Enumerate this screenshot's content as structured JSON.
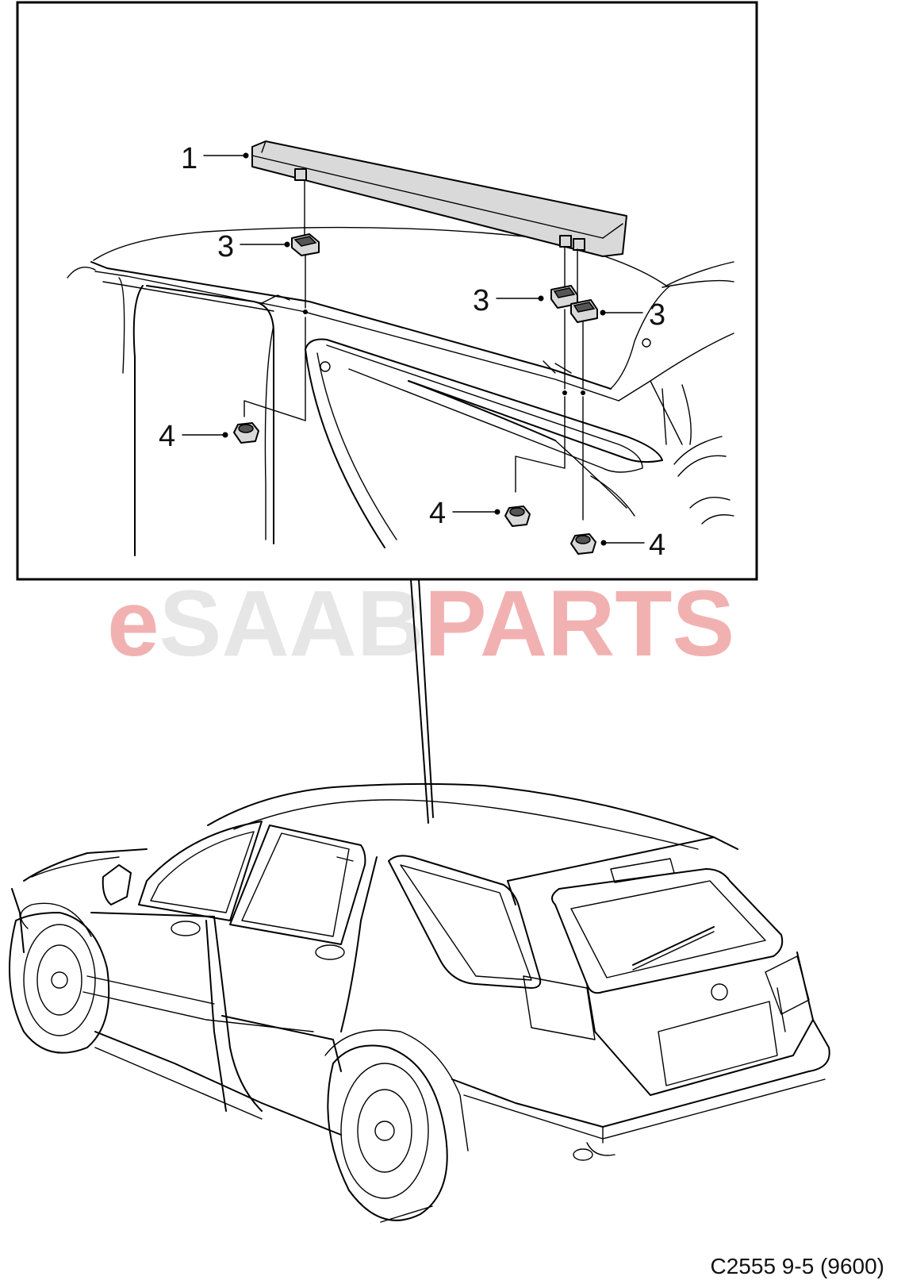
{
  "watermark": {
    "prefix": "e",
    "middle": "SAAB",
    "suffix": "PARTS",
    "colors": {
      "prefix": "#f2b1b1",
      "middle": "#e6e6e6",
      "suffix": "#f2b1b1"
    }
  },
  "callouts": {
    "c1": "1",
    "c3a": "3",
    "c3b": "3",
    "c3c": "3",
    "c4a": "4",
    "c4b": "4",
    "c4c": "4"
  },
  "footer": {
    "code": "C2555 9-5 (9600)"
  },
  "icons": [
    "roof-spoiler-icon",
    "clip-icon",
    "nut-icon",
    "station-wagon-icon"
  ]
}
